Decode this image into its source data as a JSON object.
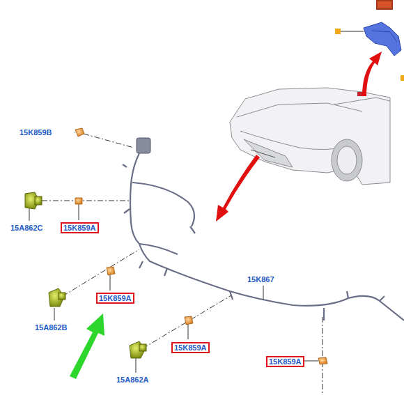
{
  "diagram": {
    "nodes": [
      {
        "text": [
          "15K859A"
        ]
      },
      {
        "text": [
          "15K859A"
        ]
      },
      {
        "text": [
          "15K859A"
        ]
      },
      {
        "text": [
          "15K859A"
        ]
      }
    ],
    "labels": [
      "15K859B",
      "15A862C",
      "15A862B",
      "15K867",
      "15A862A"
    ]
  }
}
